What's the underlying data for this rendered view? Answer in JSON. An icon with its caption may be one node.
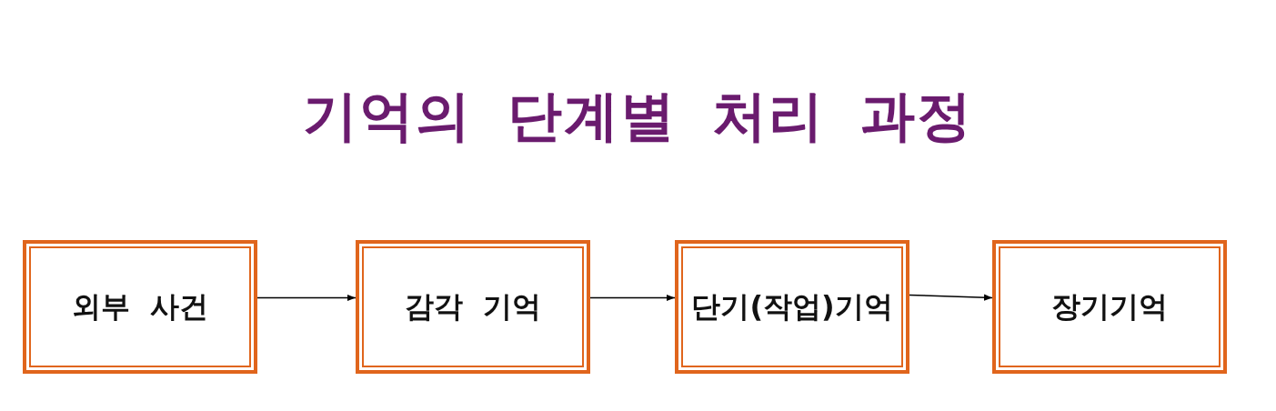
{
  "diagram": {
    "title": "기억의 단계별 처리 과정",
    "nodes": [
      {
        "text": [
          "외부 사건"
        ]
      },
      {
        "text": [
          "감각 기억"
        ]
      },
      {
        "text": [
          "단기(작업)기억"
        ]
      },
      {
        "text": [
          "장기기억"
        ]
      }
    ],
    "edges": [
      {
        "from": 0,
        "to": 1,
        "arrow": "to"
      },
      {
        "from": 1,
        "to": 2,
        "arrow": "to"
      },
      {
        "from": 2,
        "to": 3,
        "arrow": "to"
      }
    ]
  }
}
